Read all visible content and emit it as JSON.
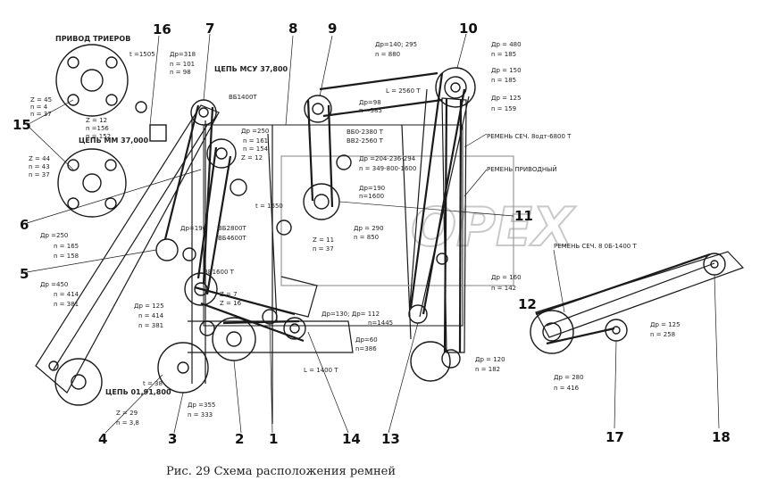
{
  "caption": "Рис. 29   Схема расположения ремней",
  "watermark": "OPEX",
  "callouts": {
    "c1": "1",
    "c2": "2",
    "c3": "3",
    "c4": "4",
    "c5": "5",
    "c6": "6",
    "c7": "7",
    "c8": "8",
    "c9": "9",
    "c10": "10",
    "c11": "11",
    "c12": "12",
    "c13": "13",
    "c14": "14",
    "c15": "15",
    "c16": "16",
    "c17": "17",
    "c18": "18"
  },
  "labels": {
    "drive_title": "ПРИВОД ТРИЕРОВ",
    "chain_msu": "ЦЕПЬ МСУ 37,800",
    "chain_mm": "ЦЕПЬ ММ 37,000",
    "chain_bottom": "ЦЕПЬ 01,91,800",
    "belt_right": "РЕМЕНЬ СЕЧ. 8одт-6800 Т",
    "belt_variator": "РЕМЕНЬ ПРИВОДНЫЙ",
    "belt_far_right": "РЕМЕНЬ СЕЧ. 8 0Б-1400 Т",
    "t1": "t =1505",
    "t2": "Дp=318",
    "t3": "n = 101",
    "t4": "n = 98",
    "t5": "Z = 45",
    "t6": "n = 4",
    "t7": "n = 37",
    "t8": "Z = 12",
    "t9": "n =156",
    "t10": "n = 152",
    "t11": "Z = 44",
    "t12": "n = 43",
    "t13": "n = 37",
    "t14": "Др=140; 295",
    "t15": "n = 880",
    "t16": "Др = 480",
    "t17": "n = 185",
    "t18": "Др = 150",
    "t19": "n = 185",
    "t20": "Др = 125",
    "t21": "n = 159",
    "t22": "L = 2560 Т",
    "t23": "ВБ1400Т",
    "t24": "Др =250",
    "t25": "n = 161",
    "t26": "n = 154",
    "t27": "Z = 12",
    "t28": "Др=98",
    "t29": "n =385",
    "t30": "ВБ0-2380 Т",
    "t31": "ВВ2-2560 Т",
    "t32": "Дp =204-236-294",
    "t33": "n = 349-800-1600",
    "t34": "Дp=190",
    "t35": "n=1600",
    "t36": "t = 1650",
    "t37": "Дp = 290",
    "t38": "n = 850",
    "t39": "Z = 11",
    "t40": "n = 37",
    "t41": "Дp=190",
    "t42": "ВБ2800Т",
    "t43": "ВБ4600Т",
    "t44": "Др =250",
    "t45": "n = 165",
    "t46": "n = 158",
    "t47": "Дp =450",
    "t48": "n = 414",
    "t49": "n = 381",
    "t50": "ВБ1600 Т",
    "t51": "Дp = 125",
    "t52": "n = 414",
    "t53": "n = 381",
    "t54": "Z = 7",
    "t55": "Z = 16",
    "t56": "Др=130; Др= 112",
    "t57": "n=1445",
    "t58": "Дp=60",
    "t59": "n=386",
    "t60": "L = 1400 Т",
    "t61": "Дp = 160",
    "t62": "n = 142",
    "t63": "Дp = 120",
    "t64": "n = 182",
    "t65": "t = 38",
    "t66": "Z = 29",
    "t67": "n = 3,8",
    "t68": "Др =355",
    "t69": "n = 333",
    "t70": "Др = 125",
    "t71": "n = 258",
    "t72": "Др = 280",
    "t73": "n = 416"
  }
}
